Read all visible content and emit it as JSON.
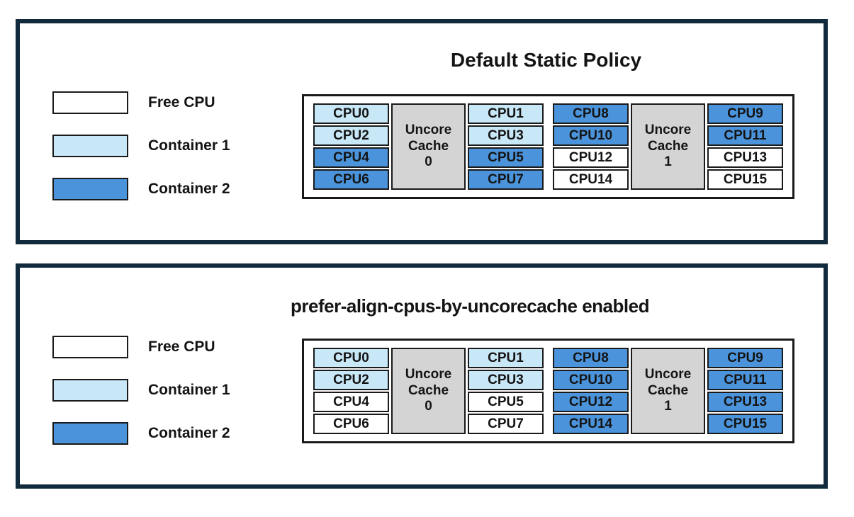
{
  "colors": {
    "panel_border": "#112A3C",
    "box_border": "#1A1A1A",
    "free_cpu": "#FFFFFF",
    "container1": "#C9E8F7",
    "container2": "#4B94DB",
    "uncore_cache_bg": "#D4D4D4"
  },
  "legend": {
    "items": [
      {
        "type": "free",
        "label": "Free CPU"
      },
      {
        "type": "container1",
        "label": "Container 1"
      },
      {
        "type": "container2",
        "label": "Container 2"
      }
    ]
  },
  "panels": [
    {
      "title": "Default Static Policy",
      "groups": [
        {
          "uncore": [
            "Uncore",
            "Cache",
            "0"
          ],
          "left": [
            {
              "label": "CPU0",
              "type": "container1"
            },
            {
              "label": "CPU2",
              "type": "container1"
            },
            {
              "label": "CPU4",
              "type": "container2"
            },
            {
              "label": "CPU6",
              "type": "container2"
            }
          ],
          "right": [
            {
              "label": "CPU1",
              "type": "container1"
            },
            {
              "label": "CPU3",
              "type": "container1"
            },
            {
              "label": "CPU5",
              "type": "container2"
            },
            {
              "label": "CPU7",
              "type": "container2"
            }
          ]
        },
        {
          "uncore": [
            "Uncore",
            "Cache",
            "1"
          ],
          "left": [
            {
              "label": "CPU8",
              "type": "container2"
            },
            {
              "label": "CPU10",
              "type": "container2"
            },
            {
              "label": "CPU12",
              "type": "free"
            },
            {
              "label": "CPU14",
              "type": "free"
            }
          ],
          "right": [
            {
              "label": "CPU9",
              "type": "container2"
            },
            {
              "label": "CPU11",
              "type": "container2"
            },
            {
              "label": "CPU13",
              "type": "free"
            },
            {
              "label": "CPU15",
              "type": "free"
            }
          ]
        }
      ]
    },
    {
      "title": "prefer-align-cpus-by-uncorecache enabled",
      "groups": [
        {
          "uncore": [
            "Uncore",
            "Cache",
            "0"
          ],
          "left": [
            {
              "label": "CPU0",
              "type": "container1"
            },
            {
              "label": "CPU2",
              "type": "container1"
            },
            {
              "label": "CPU4",
              "type": "free"
            },
            {
              "label": "CPU6",
              "type": "free"
            }
          ],
          "right": [
            {
              "label": "CPU1",
              "type": "container1"
            },
            {
              "label": "CPU3",
              "type": "container1"
            },
            {
              "label": "CPU5",
              "type": "free"
            },
            {
              "label": "CPU7",
              "type": "free"
            }
          ]
        },
        {
          "uncore": [
            "Uncore",
            "Cache",
            "1"
          ],
          "left": [
            {
              "label": "CPU8",
              "type": "container2"
            },
            {
              "label": "CPU10",
              "type": "container2"
            },
            {
              "label": "CPU12",
              "type": "container2"
            },
            {
              "label": "CPU14",
              "type": "container2"
            }
          ],
          "right": [
            {
              "label": "CPU9",
              "type": "container2"
            },
            {
              "label": "CPU11",
              "type": "container2"
            },
            {
              "label": "CPU13",
              "type": "container2"
            },
            {
              "label": "CPU15",
              "type": "container2"
            }
          ]
        }
      ]
    }
  ]
}
